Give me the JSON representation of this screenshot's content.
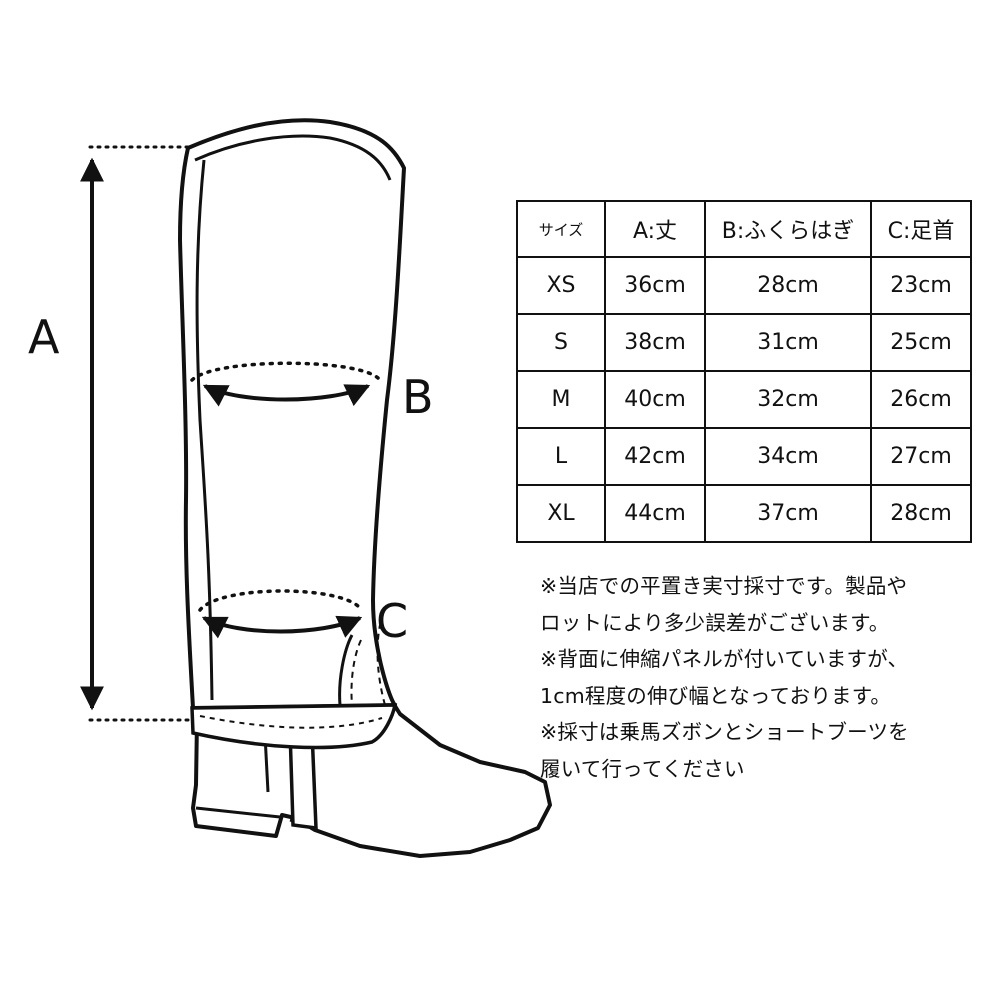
{
  "labels": {
    "a": "A",
    "b": "B",
    "c": "C"
  },
  "table": {
    "headers": [
      "サイズ",
      "A:丈",
      "B:ふくらはぎ",
      "C:足首"
    ],
    "rows": [
      [
        "XS",
        "36cm",
        "28cm",
        "23cm"
      ],
      [
        "S",
        "38cm",
        "31cm",
        "25cm"
      ],
      [
        "M",
        "40cm",
        "32cm",
        "26cm"
      ],
      [
        "L",
        "42cm",
        "34cm",
        "27cm"
      ],
      [
        "XL",
        "44cm",
        "37cm",
        "28cm"
      ]
    ]
  },
  "notes": [
    "※当店での平置き実寸採寸です。製品や",
    "ロットにより多少誤差がございます。",
    "※背面に伸縮パネルが付いていますが、",
    "1cm程度の伸び幅となっております。",
    "※採寸は乗馬ズボンとショートブーツを",
    "履いて行ってください"
  ],
  "colors": {
    "line": "#111111",
    "background": "#ffffff"
  }
}
